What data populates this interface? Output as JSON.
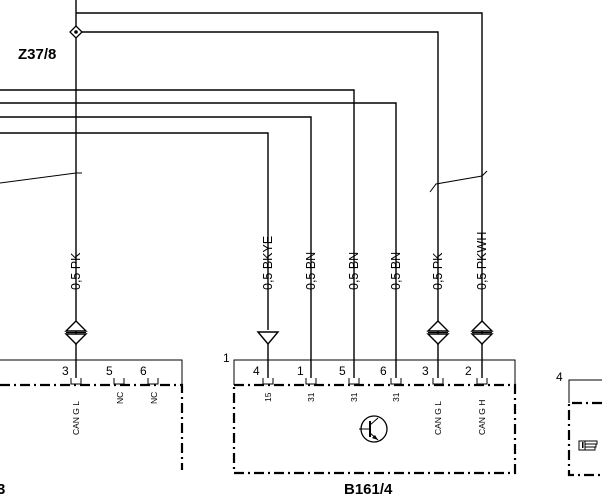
{
  "splice_label": "Z37/8",
  "left_component_partial_label": "3",
  "right_component_label": "B161/4",
  "partial_component_pin": "4",
  "left_connector": {
    "pins": [
      {
        "num": "3",
        "signal": "CAN G L"
      },
      {
        "num": "5",
        "signal": "NC"
      },
      {
        "num": "6",
        "signal": "NC"
      }
    ]
  },
  "wires_left": [
    {
      "label": "0,5 PK"
    }
  ],
  "wires_b161": [
    {
      "label": "0,5 BKYE",
      "pin": "4",
      "signal": "15"
    },
    {
      "label": "0,5 BN",
      "pin": "1",
      "signal": "31"
    },
    {
      "label": "0,5 BN",
      "pin": "5",
      "signal": "31"
    },
    {
      "label": "0,5 BN",
      "pin": "6",
      "signal": "31"
    },
    {
      "label": "0,5 PK",
      "pin": "3",
      "signal": "CAN G L"
    },
    {
      "label": "0,5 PKWH",
      "pin": "2",
      "signal": "CAN G H"
    }
  ],
  "b161_connector_number": "1",
  "icons": {
    "transistor": "transistor-icon",
    "hand": "hand-pointer-icon"
  }
}
